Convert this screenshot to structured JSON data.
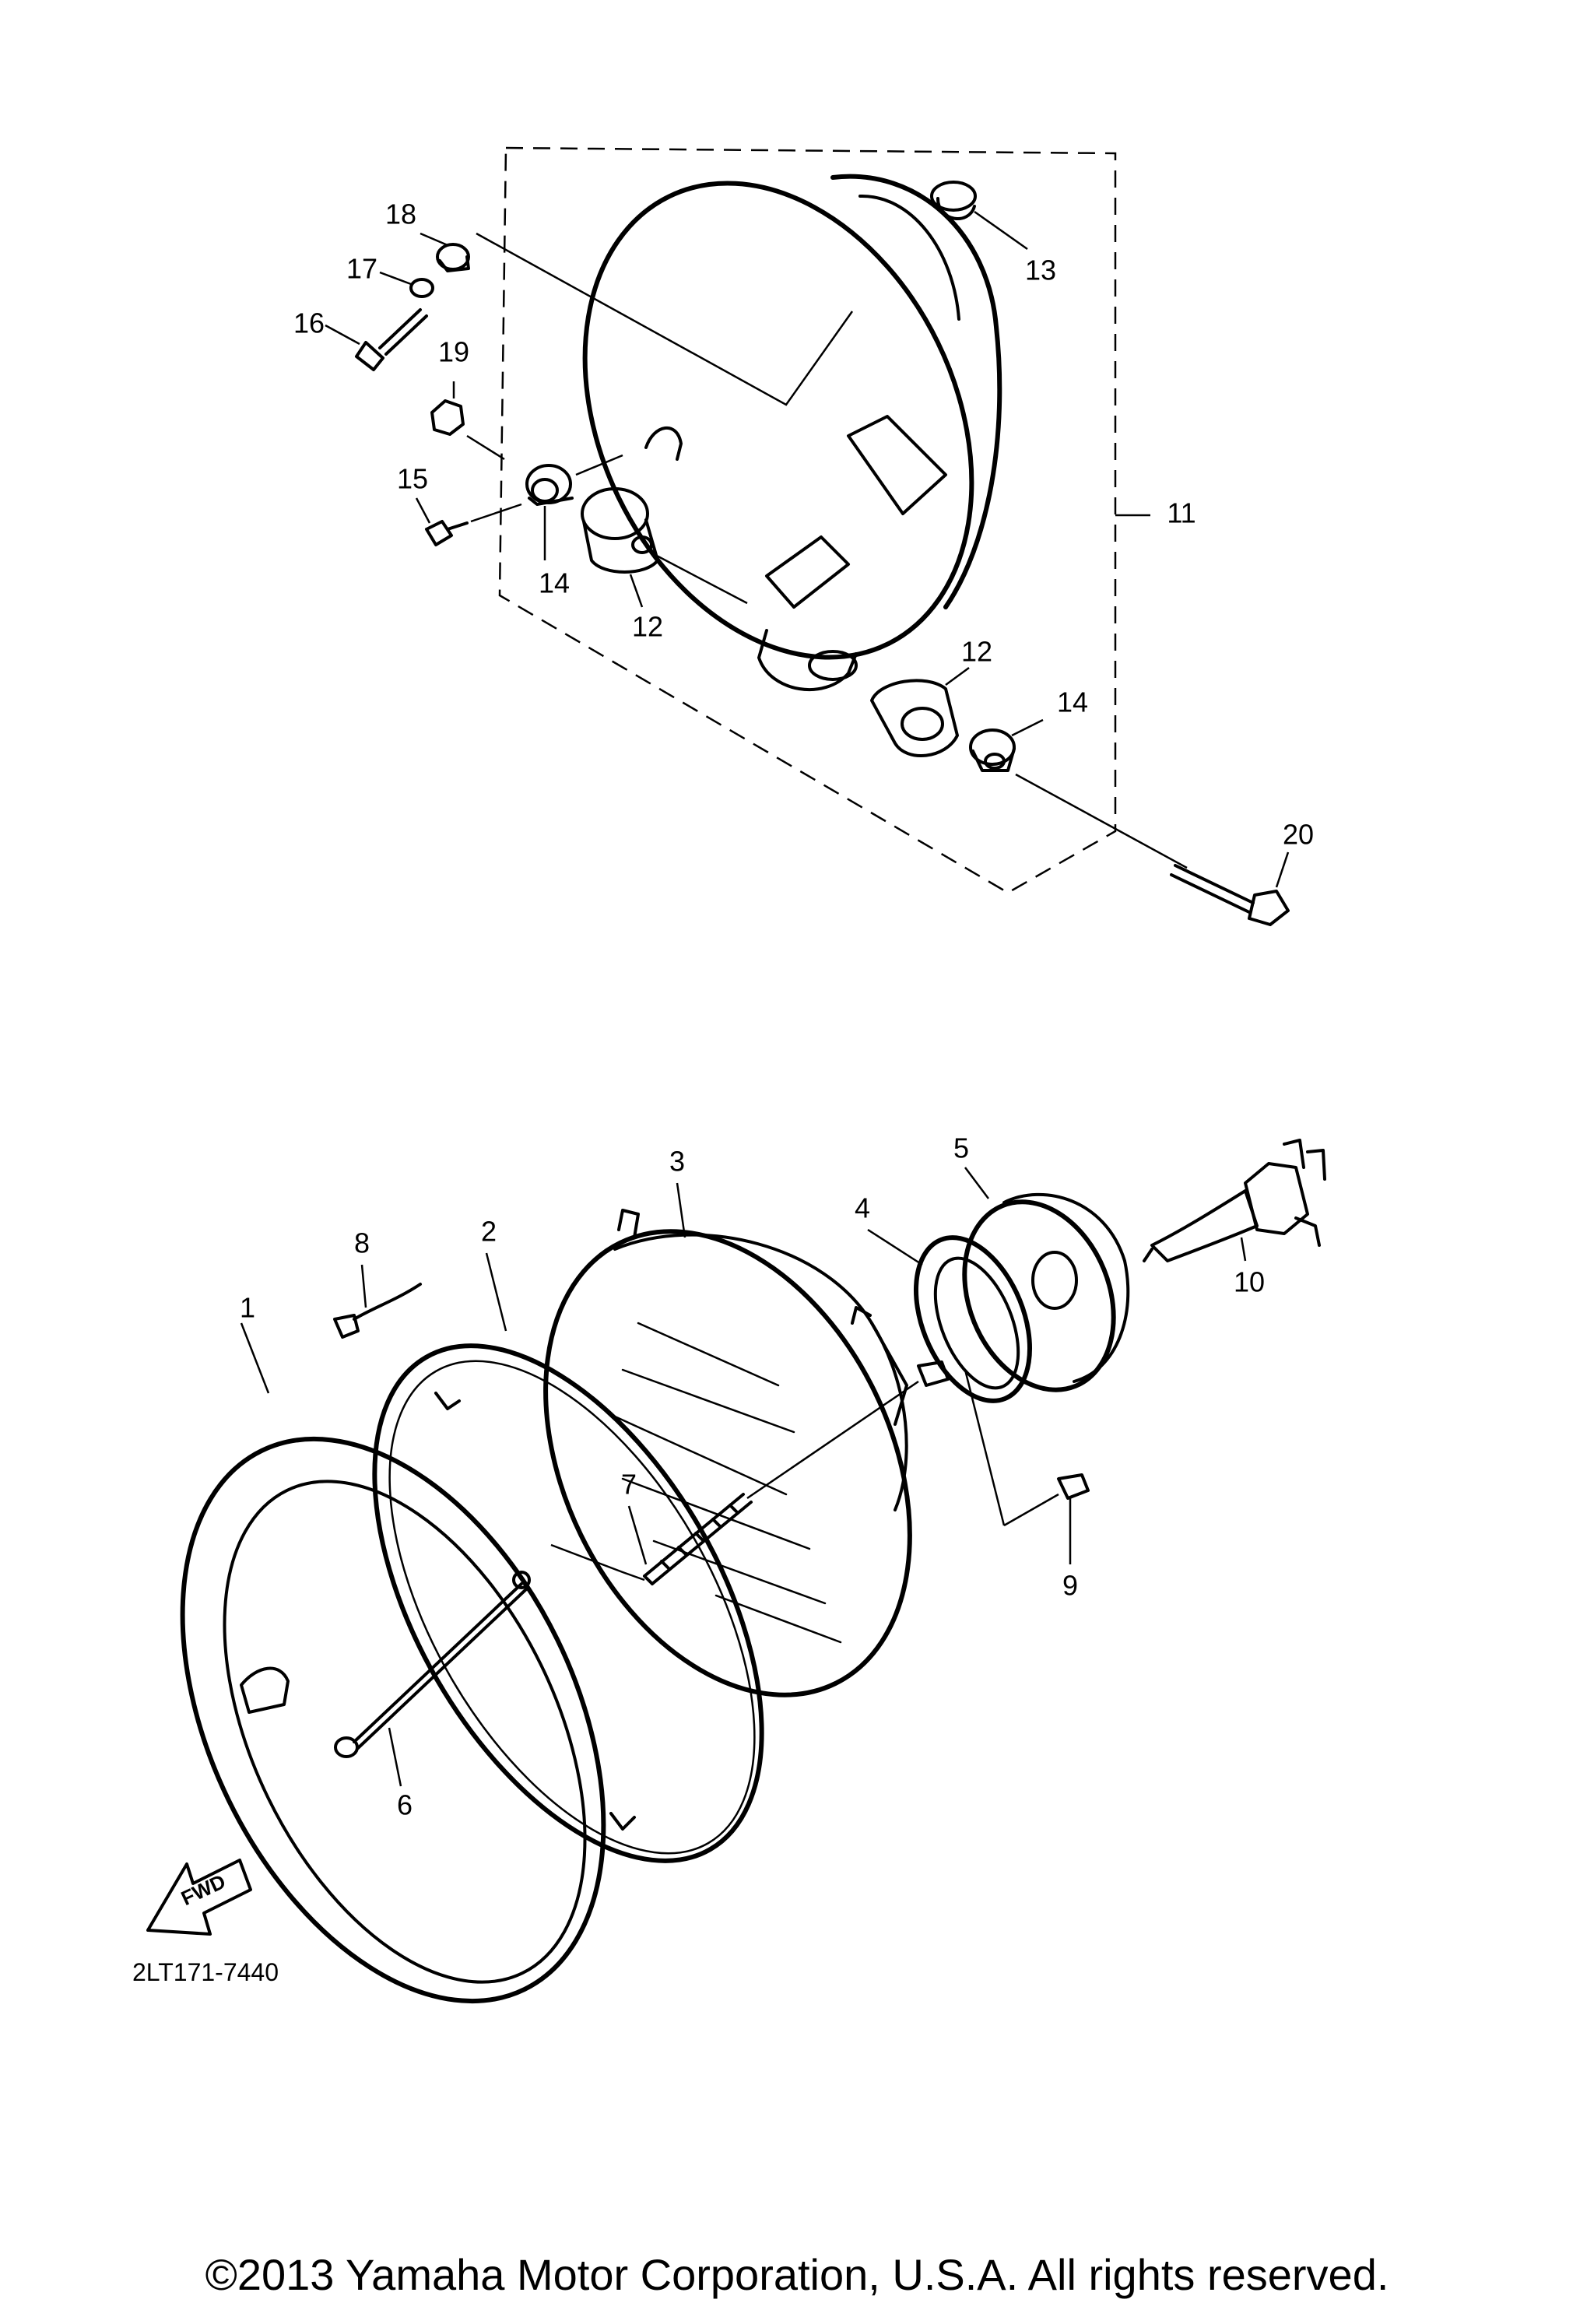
{
  "diagram": {
    "callouts": [
      "1",
      "2",
      "3",
      "4",
      "5",
      "6",
      "7",
      "8",
      "9",
      "10",
      "11",
      "12",
      "12",
      "13",
      "14",
      "14",
      "15",
      "16",
      "17",
      "18",
      "19",
      "20"
    ],
    "diagram_code": "2LT171-7440",
    "fwd_label": "FWD"
  },
  "footer": {
    "copyright": "©2013 Yamaha Motor Corporation, U.S.A. All rights reserved."
  }
}
